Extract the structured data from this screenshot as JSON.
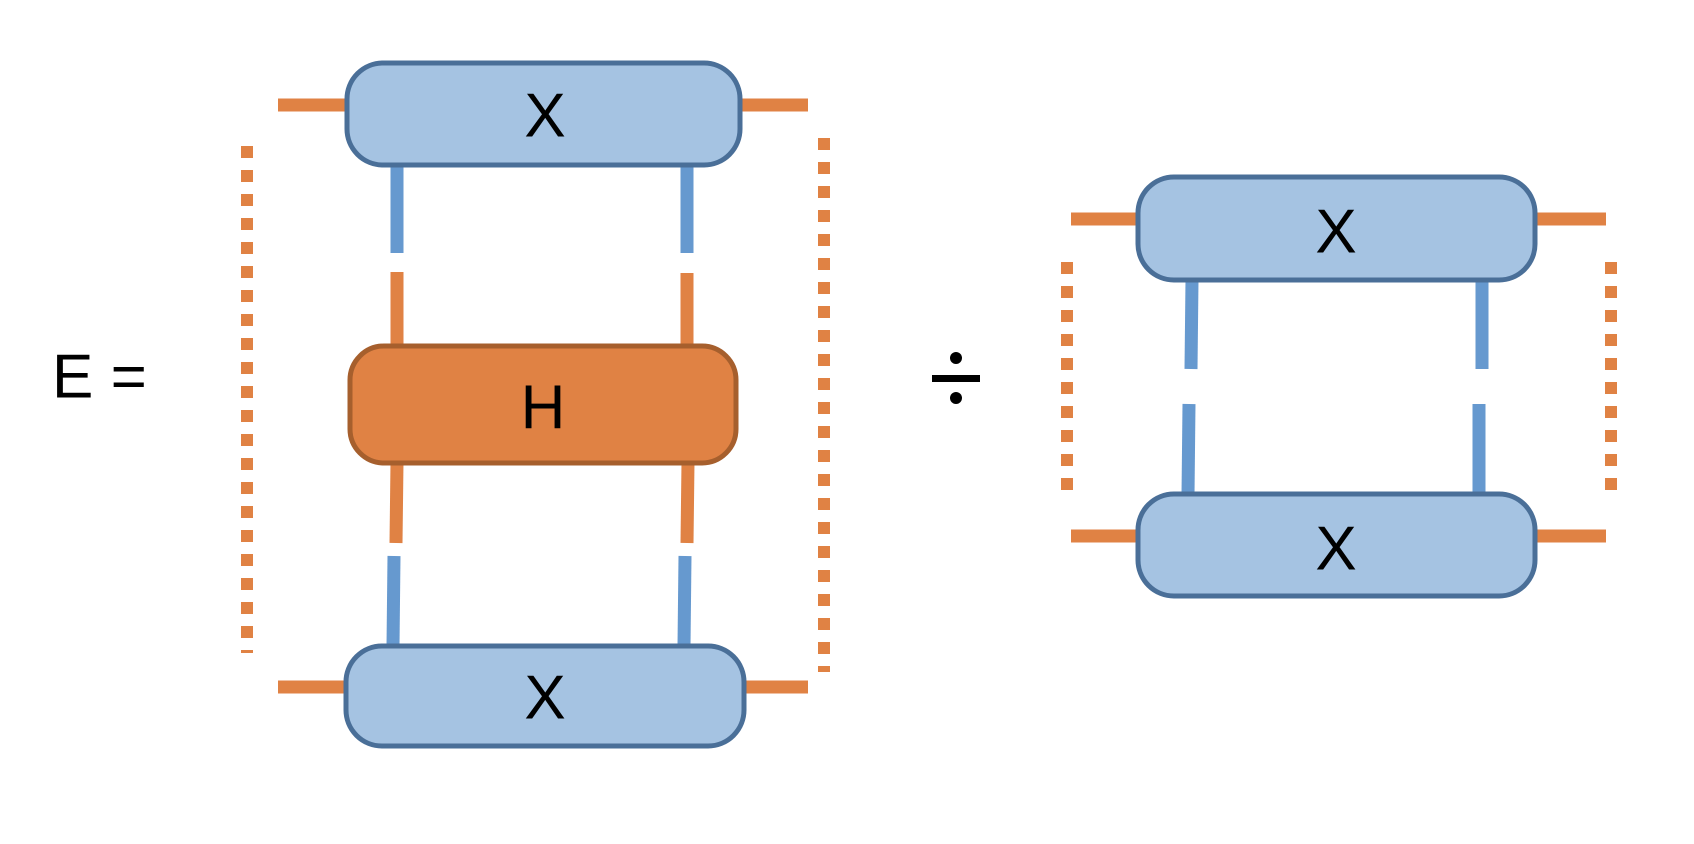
{
  "equation": {
    "lhs_label": "E =",
    "operator": "÷",
    "operator_name": "divide"
  },
  "colors": {
    "box_x_fill": "#a5c3e2",
    "box_x_border": "#4a6f98",
    "box_h_fill": "#e08244",
    "box_h_border": "#a65f2d",
    "orange_line": "#e08244",
    "blue_line": "#6699cf",
    "text": "#000000",
    "background": "#ffffff"
  },
  "numerator": {
    "top_tensor": {
      "label": "X"
    },
    "middle_tensor": {
      "label": "H"
    },
    "bottom_tensor": {
      "label": "X"
    },
    "left_bracket": "dotted",
    "right_bracket": "dotted"
  },
  "denominator": {
    "top_tensor": {
      "label": "X"
    },
    "bottom_tensor": {
      "label": "X"
    },
    "left_bracket": "dotted",
    "right_bracket": "dotted"
  }
}
